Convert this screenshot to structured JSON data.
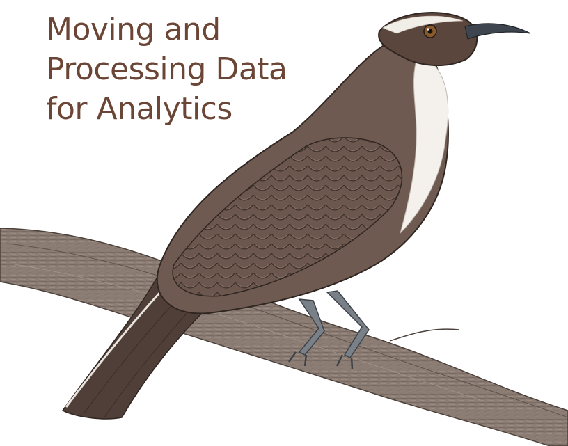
{
  "cover": {
    "title_lines": [
      "Moving and",
      "Processing Data",
      "for Analytics"
    ]
  },
  "colors": {
    "title": "#6b4535",
    "background": "#ffffff",
    "bird_body": "#6e5a50",
    "bird_dark": "#4a3a33",
    "throat": "#f4f1ec",
    "branch": "#8a7a70",
    "branch_dark": "#5f534c",
    "legs": "#7a8088",
    "beak": "#3f454e",
    "eye": "#8a5a2a"
  },
  "illustration": {
    "subject": "bird-on-branch"
  }
}
